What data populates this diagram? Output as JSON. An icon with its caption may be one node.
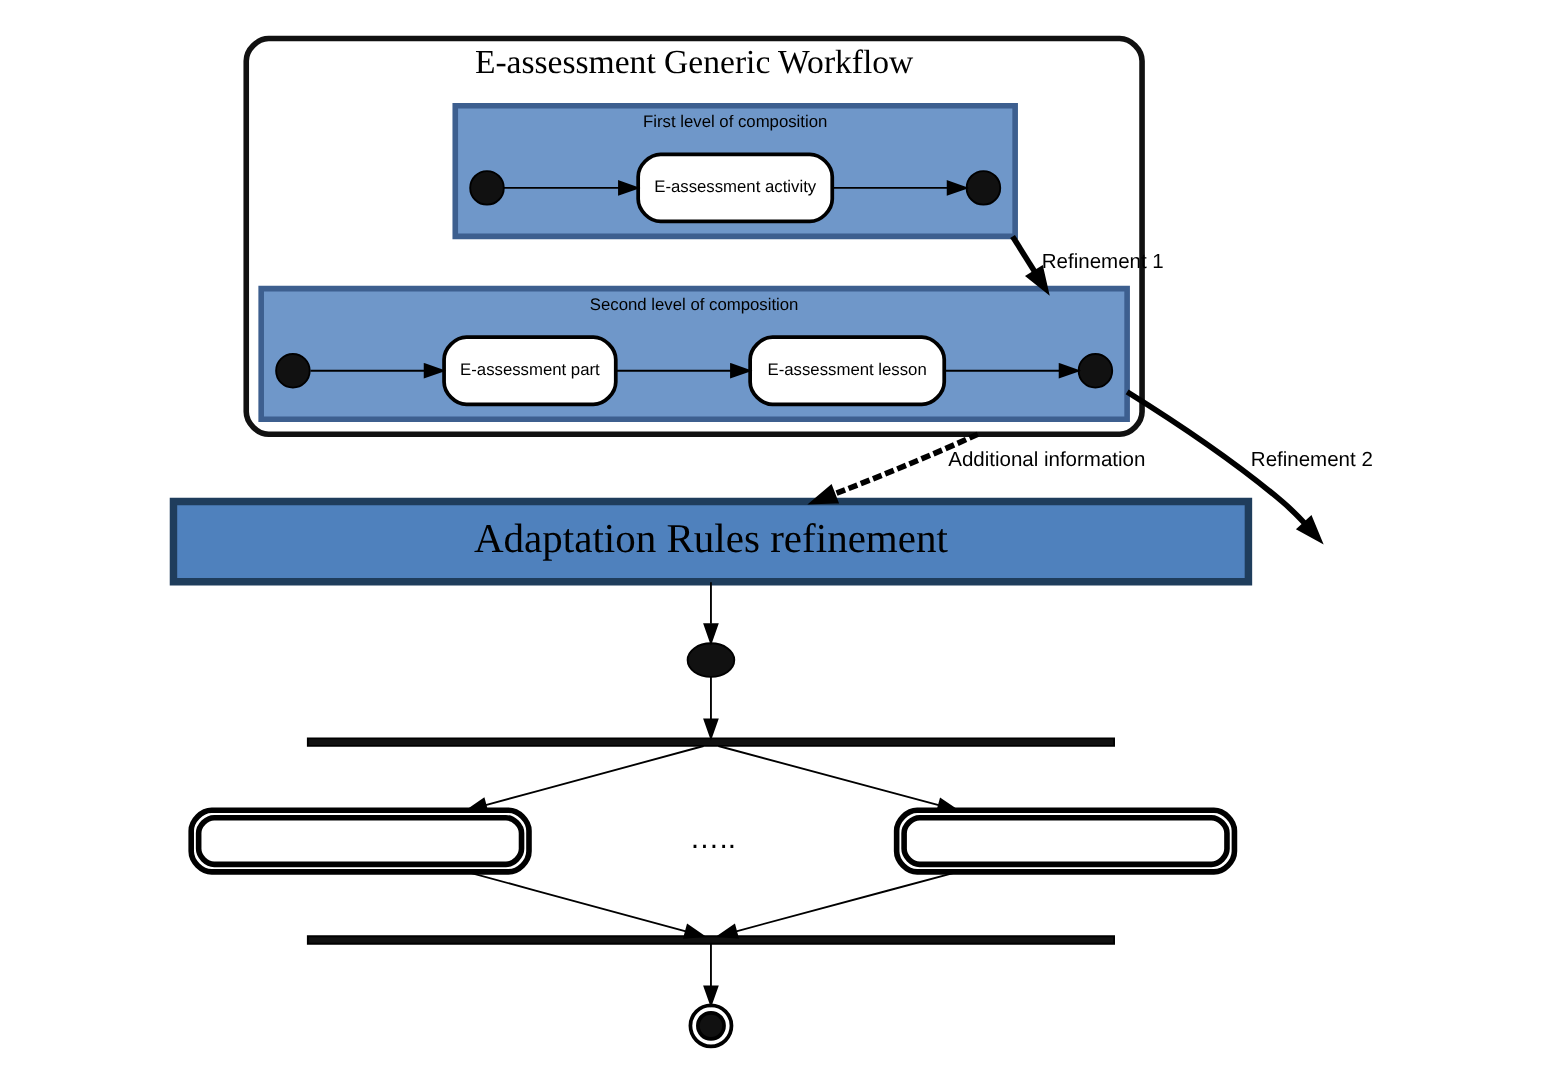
{
  "diagram": {
    "nodes": [
      {
        "text": [
          "E-assessment Generic Workflow"
        ]
      },
      {
        "text": [
          "First level of composition"
        ],
        "in": 0
      },
      {
        "text": [],
        "shape": "circle",
        "in": 1
      },
      {
        "text": [
          "E-assessment activity"
        ],
        "in": 1
      },
      {
        "text": [],
        "shape": "circle",
        "in": 1
      },
      {
        "text": [
          "Second level of composition"
        ],
        "in": 0
      },
      {
        "text": [],
        "shape": "circle",
        "in": 5
      },
      {
        "text": [
          "E-assessment part"
        ],
        "in": 5
      },
      {
        "text": [
          "E-assessment lesson"
        ],
        "in": 5
      },
      {
        "text": [],
        "shape": "circle",
        "in": 5
      },
      {
        "text": [
          "Adaptation Rules refinement"
        ]
      },
      {
        "text": [],
        "shape": "circle"
      },
      {
        "text": [],
        "shape": "bar"
      },
      {
        "text": [],
        "shape": "oval"
      },
      {
        "text": [],
        "shape": "oval"
      },
      {
        "text": [],
        "shape": "bar"
      },
      {
        "text": [],
        "shape": "circle"
      }
    ],
    "edges": [
      {
        "from": 2,
        "to": 3,
        "arrow": "to"
      },
      {
        "from": 3,
        "to": 4,
        "arrow": "to"
      },
      {
        "from": 6,
        "to": 7,
        "arrow": "to"
      },
      {
        "from": 7,
        "to": 8,
        "arrow": "to"
      },
      {
        "from": 8,
        "to": 9,
        "arrow": "to"
      },
      {
        "from": 1,
        "to": 5,
        "arrow": "to",
        "label": "Refinement 1",
        "style": "thick"
      },
      {
        "from": 5,
        "to": null,
        "arrow": "to",
        "label": "Refinement 2",
        "style": "thick"
      },
      {
        "from": 0,
        "to": 10,
        "arrow": "to",
        "label": "Additional information",
        "style": "dashed"
      },
      {
        "from": 10,
        "to": 11,
        "arrow": "to"
      },
      {
        "from": 11,
        "to": 12,
        "arrow": "to"
      },
      {
        "from": 12,
        "to": 13,
        "arrow": "to"
      },
      {
        "from": 12,
        "to": 14,
        "arrow": "to"
      },
      {
        "from": 13,
        "to": 15,
        "arrow": "to"
      },
      {
        "from": 14,
        "to": 15,
        "arrow": "to"
      },
      {
        "from": 15,
        "to": 16,
        "arrow": "to"
      }
    ],
    "labels": [
      "….."
    ]
  }
}
